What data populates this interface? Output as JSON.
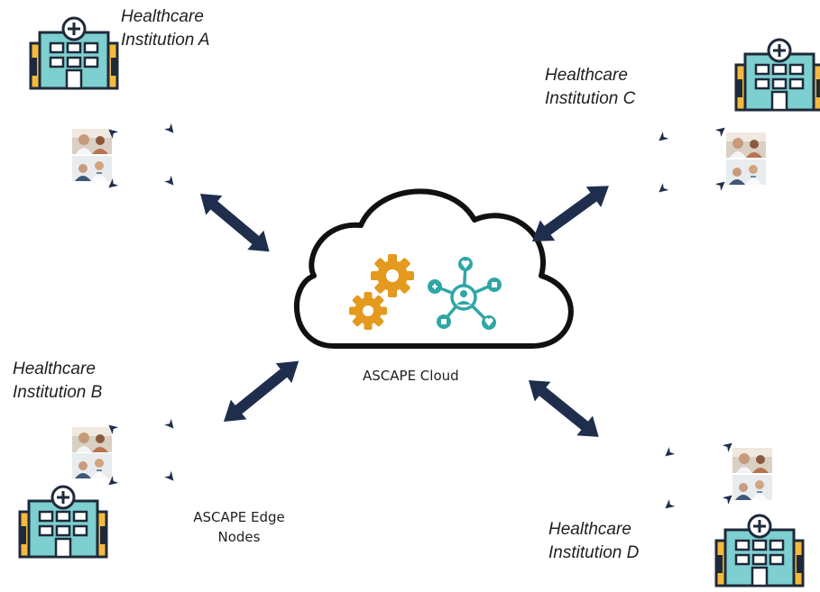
{
  "cloud": {
    "label": "ASCAPE Cloud"
  },
  "edge_nodes": {
    "line1": "ASCAPE Edge",
    "line2": "Nodes"
  },
  "institutions": [
    {
      "id": "a",
      "line1": "Healthcare",
      "line2": "Institution A"
    },
    {
      "id": "b",
      "line1": "Healthcare",
      "line2": "Institution B"
    },
    {
      "id": "c",
      "line1": "Healthcare",
      "line2": "Institution C"
    },
    {
      "id": "d",
      "line1": "Healthcare",
      "line2": "Institution D"
    }
  ],
  "colors": {
    "hospital_body": "#7ECFCF",
    "hospital_wing": "#F4B93E",
    "hospital_outline": "#1E2A3A",
    "arrow": "#1F2E4D",
    "gear": "#E39A1E",
    "network": "#2FA6A6",
    "cloud_outline": "#111111"
  },
  "icons": [
    "hospital-icon",
    "gear-icon",
    "network-icon",
    "doctor-photo-icon",
    "cloud-icon"
  ]
}
